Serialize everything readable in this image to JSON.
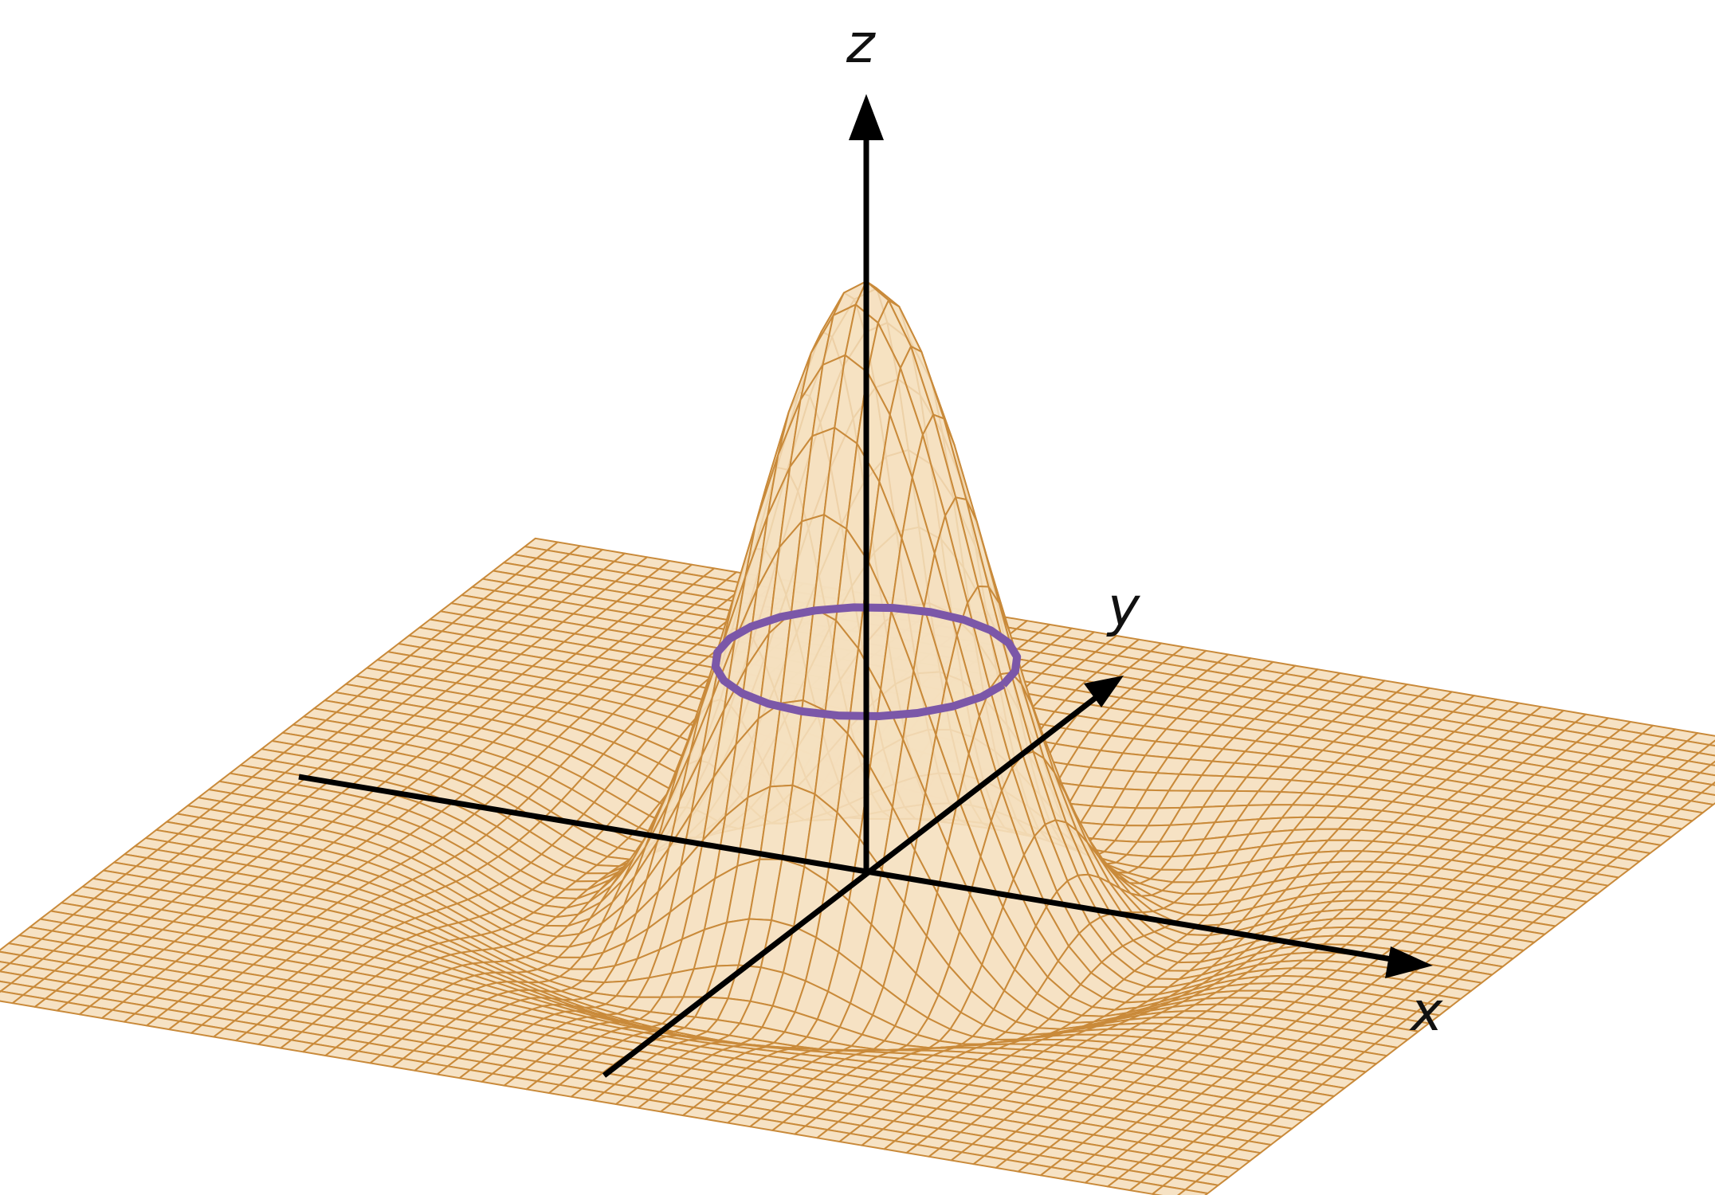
{
  "figure": {
    "surface": {
      "function": "bump",
      "fill_color": "#f5e0bf",
      "line_color": "#c98a3a",
      "edge_color": "#b8782d"
    },
    "level_curve": {
      "color": "#7b57a8"
    },
    "axes": {
      "color": "#000000",
      "labels": {
        "x": "x",
        "y": "y",
        "z": "z"
      }
    }
  }
}
